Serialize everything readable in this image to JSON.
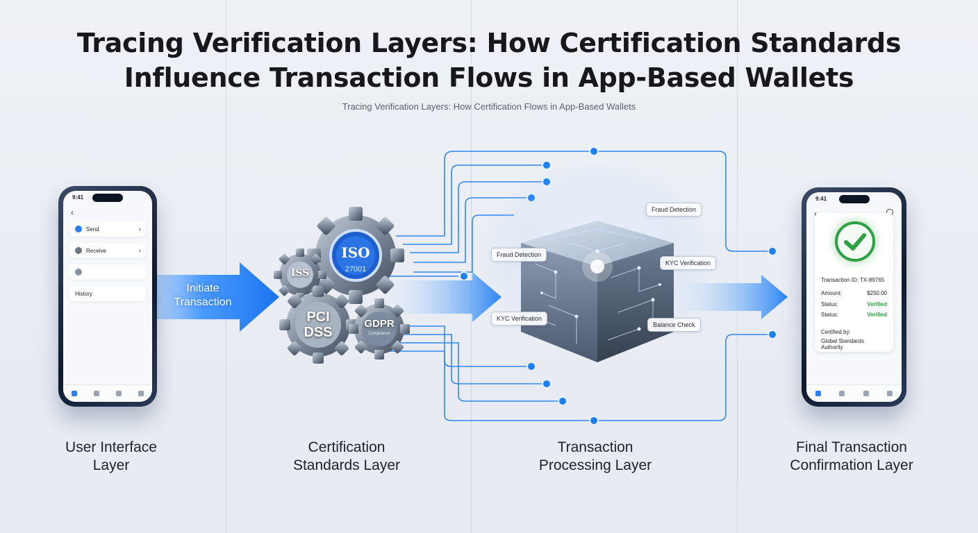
{
  "title_line1": "Tracing Verification Layers: How Certification Standards",
  "title_line2": "Influence Transaction Flows in App-Based Wallets",
  "subtitle": "Tracing Verification Layers: How Certification Flows in App-Based Wallets",
  "layers": [
    {
      "line1": "User Interface",
      "line2": "Layer"
    },
    {
      "line1": "Certification",
      "line2": "Standards Layer"
    },
    {
      "line1": "Transaction",
      "line2": "Processing Layer"
    },
    {
      "line1": "Final Transaction",
      "line2": "Confirmation Layer"
    }
  ],
  "phone_left": {
    "time": "9:41",
    "items": [
      "Send",
      "Receive",
      "",
      "History"
    ]
  },
  "arrow_initiate": {
    "line1": "Initiate",
    "line2": "Transaction"
  },
  "gears": {
    "iso": {
      "name": "ISO",
      "code": "27001"
    },
    "iss": "ISS",
    "pci": {
      "line1": "PCI",
      "line2": "DSS"
    },
    "gdpr": {
      "name": "GDPR",
      "sub": "Compliance"
    }
  },
  "cube_tags": [
    "Fraud Detection",
    "Fraud Detection",
    "KYC Verification",
    "KYC Verification",
    "Balance Check"
  ],
  "phone_right": {
    "time": "9:41",
    "txn_label": "Transaction ID: TX-89765",
    "amount_label": "Amount:",
    "amount_value": "$250.00",
    "status_label_1": "Status:",
    "status_value_1": "Verified",
    "status_label_2": "Status:",
    "status_value_2": "Verified",
    "certified_by": "Certified by:",
    "authority": "Global Standards Authority"
  },
  "colors": {
    "accent": "#1e7ff2",
    "line": "#2f86ee",
    "success": "#2ea043",
    "gear": "#5d6a7c"
  }
}
